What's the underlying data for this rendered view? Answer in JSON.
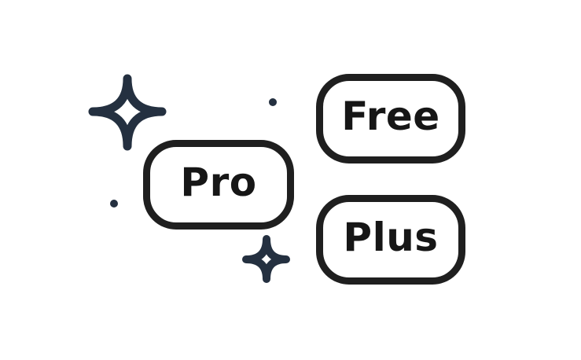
{
  "badges": {
    "pro": "Pro",
    "free": "Free",
    "plus": "Plus"
  },
  "icons": {
    "large_sparkle": "sparkle-icon",
    "small_sparkle": "sparkle-icon",
    "dots": "dot-icon"
  },
  "colors": {
    "outline": "#1f1f1f",
    "sparkle": "#243040",
    "background": "#ffffff"
  }
}
